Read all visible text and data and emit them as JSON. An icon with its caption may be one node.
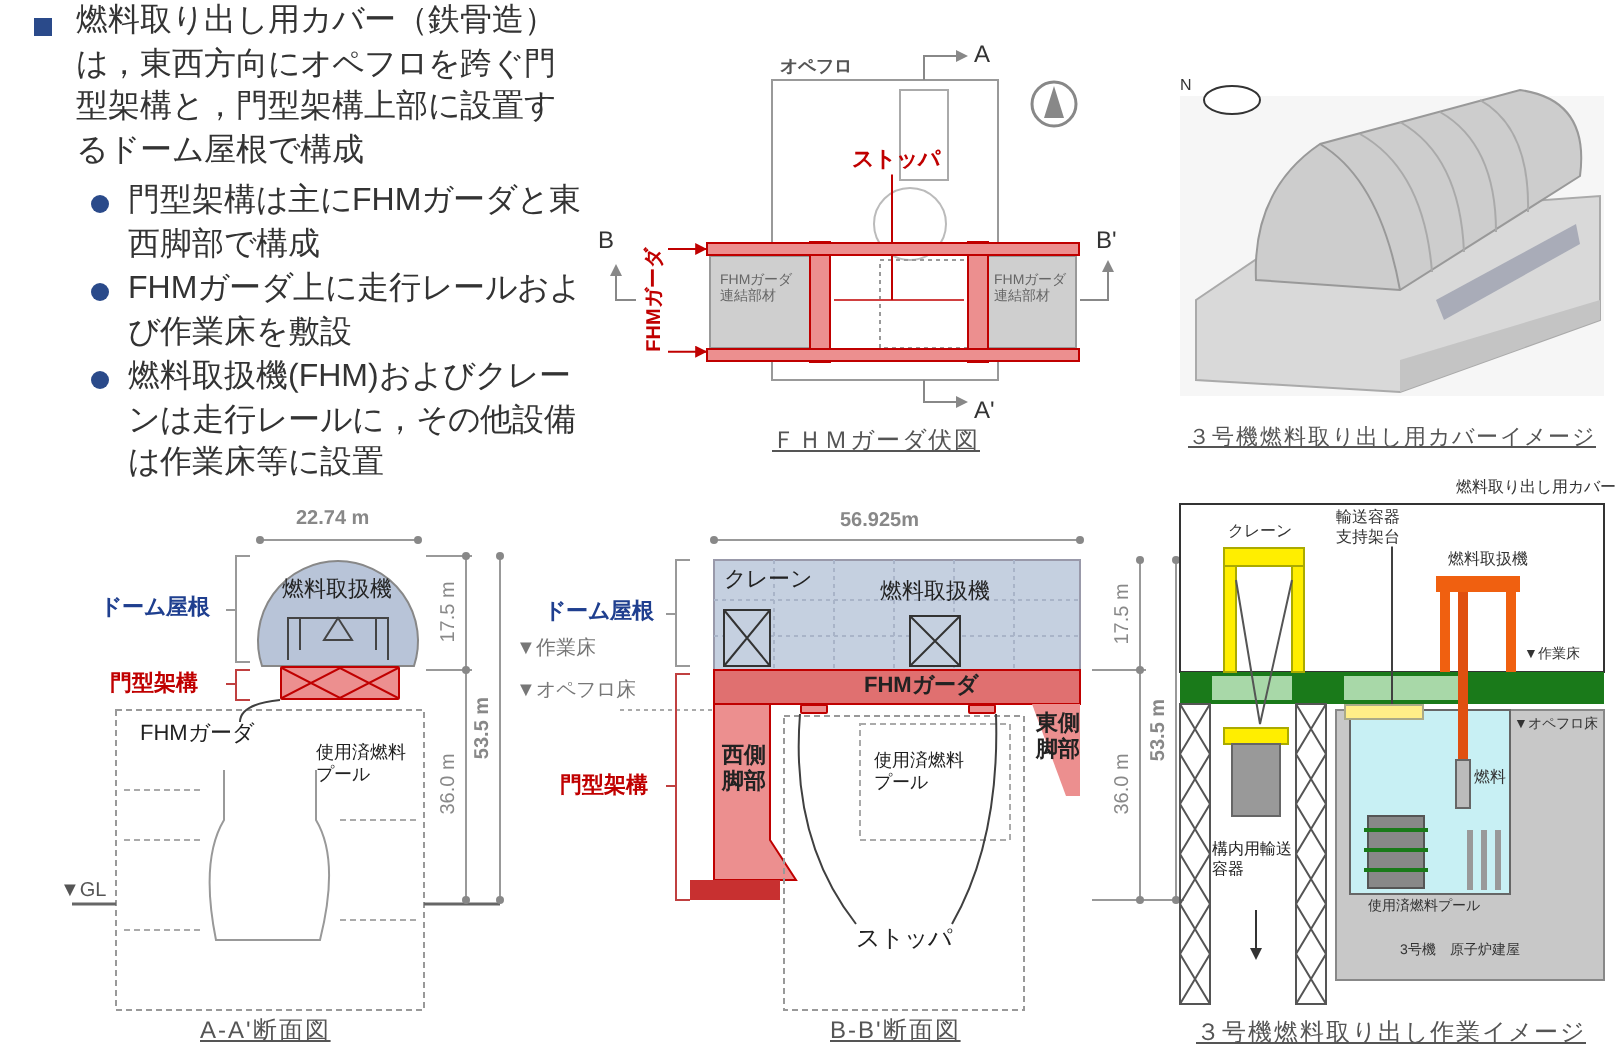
{
  "diagram": {
    "nodes": [
      {
        "text": [
          "ストッパ"
        ]
      },
      {
        "text": [
          "FHMガーダ"
        ]
      },
      {
        "text": [
          "FHMガーダ"
        ]
      },
      {
        "text": [
          "ストッパ"
        ]
      },
      {
        "text": [
          "輸送容器支持架台"
        ]
      },
      {
        "text": [],
        "shape": "bar"
      },
      {
        "text": [],
        "shape": "bar"
      },
      {
        "text": [],
        "shape": "box"
      },
      {
        "text": [],
        "shape": "box"
      },
      {
        "text": [],
        "shape": "box"
      },
      {
        "text": [],
        "shape": "bar"
      }
    ],
    "edges": [
      {
        "from": 0,
        "to": null,
        "arrow": "none",
        "color": "#c00000"
      },
      {
        "from": 1,
        "to": 5,
        "arrow": "to",
        "color": "#c00000"
      },
      {
        "from": 1,
        "to": 6,
        "arrow": "to",
        "color": "#c00000"
      },
      {
        "from": 2,
        "to": 7,
        "arrow": "none"
      },
      {
        "from": 3,
        "to": 8,
        "arrow": "none"
      },
      {
        "from": 3,
        "to": 9,
        "arrow": "none"
      },
      {
        "from": 4,
        "to": 10,
        "arrow": "none"
      }
    ],
    "labels": [
      "燃料取り出し用カバー（鉄骨造）は，東西方向にオペフロを跨ぐ門型架構と，門型架構上部に設置するドーム屋根で構成",
      "門型架構は主にFHMガーダと東西脚部で構成",
      "FHMガーダ上に走行レールおよび作業床を敷設",
      "燃料取扱機(FHM)およびクレーンは走行レールに，その他設備は作業床等に設置",
      "オペフロ",
      "A",
      "B",
      "B'",
      "FHMガーダ連結部材",
      "FHMガーダ連結部材",
      "A'",
      "ＦＨＭガーダ伏図",
      "N",
      "３号機燃料取り出し用カバーイメージ",
      "22.74 m",
      "ドーム屋根",
      "燃料取扱機",
      "門型架構",
      "使用済燃料プール",
      "17.5 m",
      "53.5 m",
      "36.0 m",
      "▼GL",
      "A-A'断面図",
      "56.925m",
      "ドーム屋根",
      "クレーン",
      "燃料取扱機",
      "▼作業床",
      "▼オペフロ床",
      "FHMガーダ",
      "門型架構",
      "西側脚部",
      "東側脚部",
      "使用済燃料プール",
      "17.5 m",
      "53.5 m",
      "36.0 m",
      "B-B'断面図",
      "燃料取り出し用カバー",
      "クレーン",
      "燃料取扱機",
      "▼作業床",
      "▼オペフロ床",
      "燃料",
      "構内用輸送容器",
      "使用済燃料プール",
      "3号機　原子炉建屋",
      "３号機燃料取り出し作業イメージ"
    ]
  }
}
